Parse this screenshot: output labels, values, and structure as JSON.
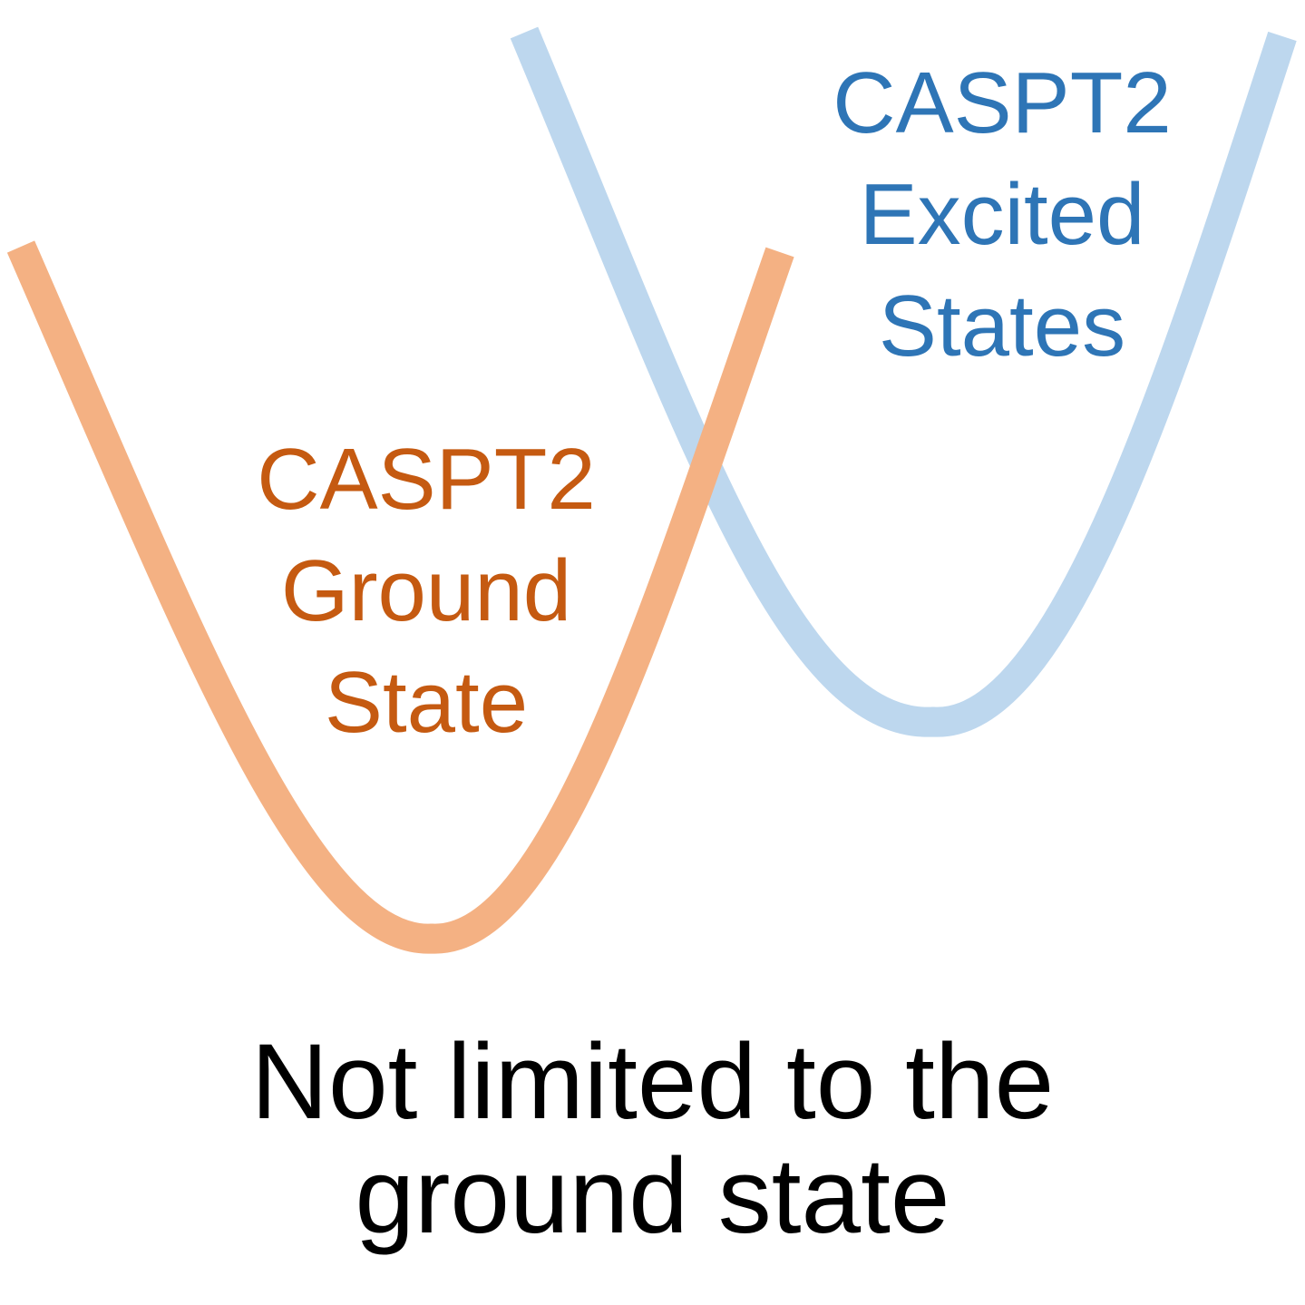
{
  "colors": {
    "ground_curve": "#f4b183",
    "ground_text": "#c55a11",
    "excited_curve": "#bdd7ee",
    "excited_text": "#2e75b6",
    "caption_text": "#000000"
  },
  "curves": {
    "excited": {
      "name": "CASPT2 Excited States"
    },
    "ground": {
      "name": "CASPT2 Ground State"
    }
  },
  "labels": {
    "excited": {
      "line1": "CASPT2",
      "line2": "Excited",
      "line3": "States"
    },
    "ground": {
      "line1": "CASPT2",
      "line2": "Ground",
      "line3": "State"
    }
  },
  "caption": {
    "line1": "Not limited to the",
    "line2": "ground state"
  }
}
